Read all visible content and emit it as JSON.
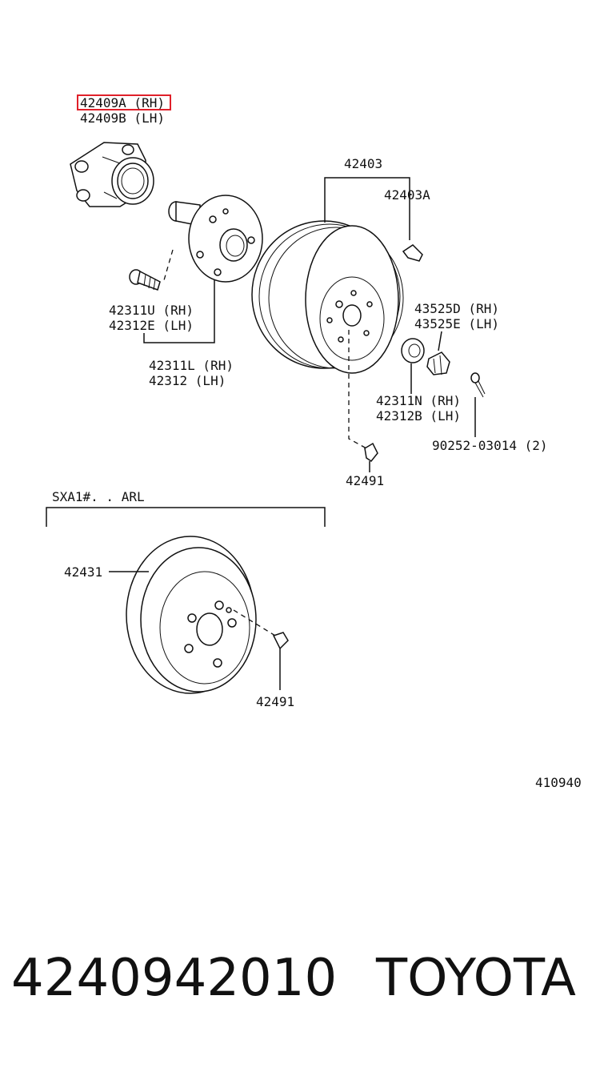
{
  "diagram": {
    "labels": {
      "hub_rh": "42409A (RH)",
      "hub_lh": "42409B (LH)",
      "drum": "42403",
      "drum_a": "42403A",
      "bolt_rh": "42311U (RH)",
      "bolt_lh": "42312E (LH)",
      "spindle_rh": "42311L (RH)",
      "spindle_lh": "42312   (LH)",
      "cap_rh": "43525D (RH)",
      "cap_lh": "43525E (LH)",
      "nut_rh": "42311N (RH)",
      "nut_lh": "42312B (LH)",
      "pin": "90252-03014 (2)",
      "plug_top": "42491",
      "variant": "SXA1#. . ARL",
      "disc": "42431",
      "plug_bottom": "42491",
      "figure_code": "410940"
    },
    "highlight_color": "#e0202a"
  },
  "footer": {
    "part_number": "4240942010",
    "brand": "TOYOTA"
  }
}
